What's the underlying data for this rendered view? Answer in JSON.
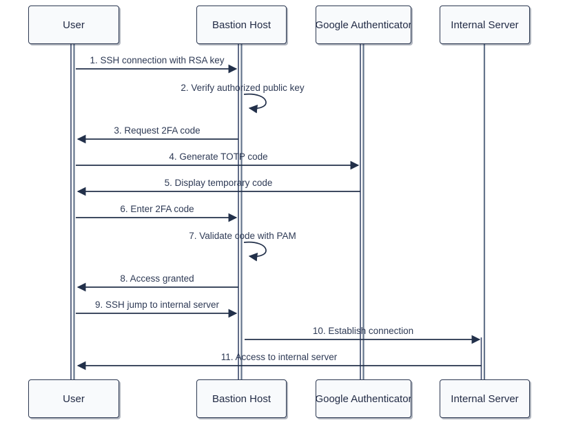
{
  "diagram": {
    "type": "sequence",
    "background": "#ffffff"
  },
  "actors": [
    {
      "label": "User"
    },
    {
      "label": "Bastion Host"
    },
    {
      "label": "Google Authenticator"
    },
    {
      "label": "Internal Server"
    }
  ],
  "messages": [
    {
      "label": "1. SSH connection with RSA key",
      "from": "User",
      "to": "Bastion Host"
    },
    {
      "label": "2. Verify authorized public key",
      "from": "Bastion Host",
      "to": "Bastion Host"
    },
    {
      "label": "3. Request 2FA code",
      "from": "Bastion Host",
      "to": "User"
    },
    {
      "label": "4. Generate TOTP code",
      "from": "User",
      "to": "Google Authenticator"
    },
    {
      "label": "5. Display temporary code",
      "from": "Google Authenticator",
      "to": "User"
    },
    {
      "label": "6. Enter 2FA code",
      "from": "User",
      "to": "Bastion Host"
    },
    {
      "label": "7. Validate code with PAM",
      "from": "Bastion Host",
      "to": "Bastion Host"
    },
    {
      "label": "8. Access granted",
      "from": "Bastion Host",
      "to": "User"
    },
    {
      "label": "9. SSH jump to internal server",
      "from": "User",
      "to": "Bastion Host"
    },
    {
      "label": "10. Establish connection",
      "from": "Bastion Host",
      "to": "Internal Server"
    },
    {
      "label": "11. Access to internal server",
      "from": "Internal Server",
      "to": "User"
    }
  ],
  "colors": {
    "arrow_line": "#22304a",
    "box_border": "#2b3750",
    "box_fill": "#f8fafc",
    "lifeline": "#64748b",
    "activation_edge": "#39476b",
    "message_text": "#2e3a55",
    "actor_text": "#222b45"
  }
}
